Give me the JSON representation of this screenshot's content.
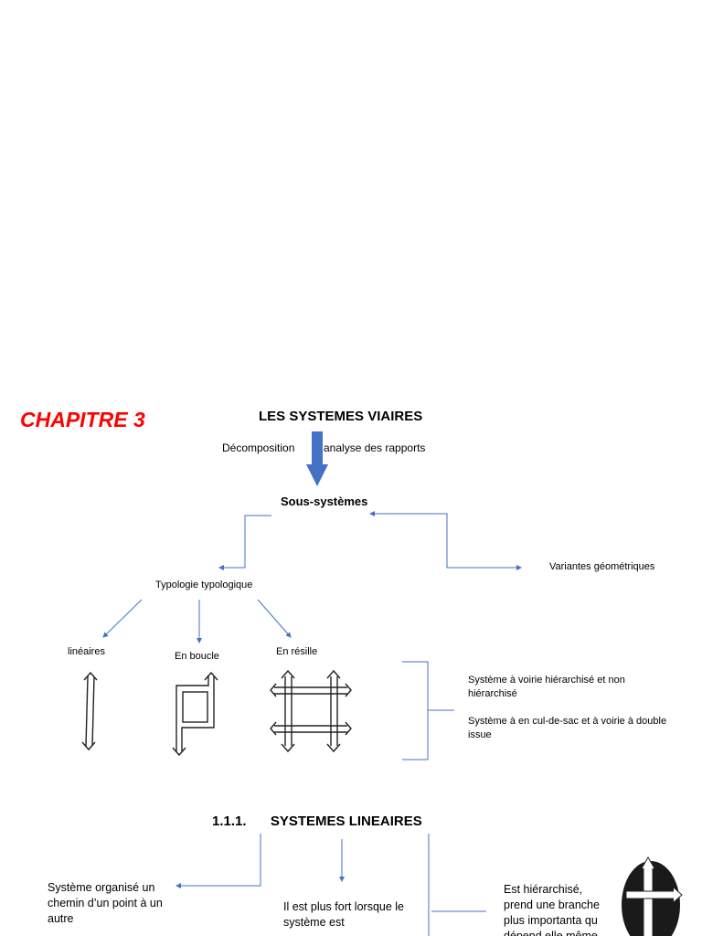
{
  "chapter": "CHAPITRE 3",
  "title": "LES SYSTEMES VIAIRES",
  "flow": {
    "left": "Décomposition",
    "right": "analyse des rapports",
    "result": "Sous-systèmes"
  },
  "branches": {
    "typology": "Typologie typologique",
    "variants": "Variantes géométriques"
  },
  "types": {
    "linear": "linéaires",
    "loop": "En boucle",
    "grid": "En résille"
  },
  "systems": [
    "Système à voirie hiérarchisé et non hiérarchisé",
    "Système à en cul-de-sac et à voirie à double issue"
  ],
  "section": {
    "number": "1.1.1.",
    "title": "SYSTEMES LINEAIRES"
  },
  "notes": {
    "left": "Système organisé un chemin d’un point à un autre",
    "middle": "Il est plus fort lorsque le système est",
    "right": "Est hiérarchisé, prend une branche plus importanta qu dépend elle même"
  },
  "colors": {
    "accent": "#ff0000",
    "arrow": "#4472c4",
    "line": "#4472c4"
  }
}
